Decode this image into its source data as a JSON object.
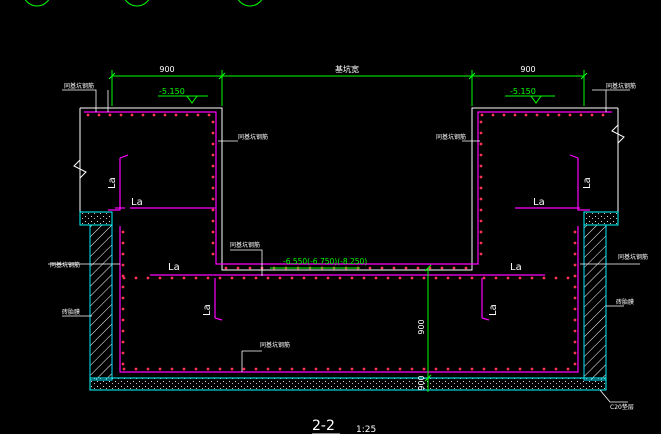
{
  "drawing": {
    "dims": {
      "left": "900",
      "middle": "基坑宽",
      "right": "900",
      "depth": "900"
    },
    "elevations": {
      "top_left": "-5.150",
      "top_right": "-5.150",
      "bottom": "-6.550(-6.750)(-8.250)"
    },
    "anchorage_label": "La",
    "labels": {
      "top_left_edge": "同基坑钢筋",
      "top_right_edge": "同基坑钢筋",
      "inner_left_wall": "同基坑钢筋",
      "inner_right_wall": "同基坑钢筋",
      "inner_bottom": "同基坑钢筋",
      "outer_left": "同基坑钢筋",
      "outer_right": "同基坑钢筋",
      "bottom_rebar": "同基坑钢筋",
      "left_wall": "砖胎膜",
      "right_wall": "砖胎膜",
      "cushion": "C20垫层"
    },
    "title": "2-2",
    "scale": "1:25"
  },
  "colors": {
    "background": "#000000",
    "outline": "#ffffff",
    "rebar": "#ff00ff",
    "dimension": "#00ff00",
    "elevation_text": "#00ff00",
    "cushion": "#00ffff",
    "brick_hatch": "#00e5ff"
  }
}
